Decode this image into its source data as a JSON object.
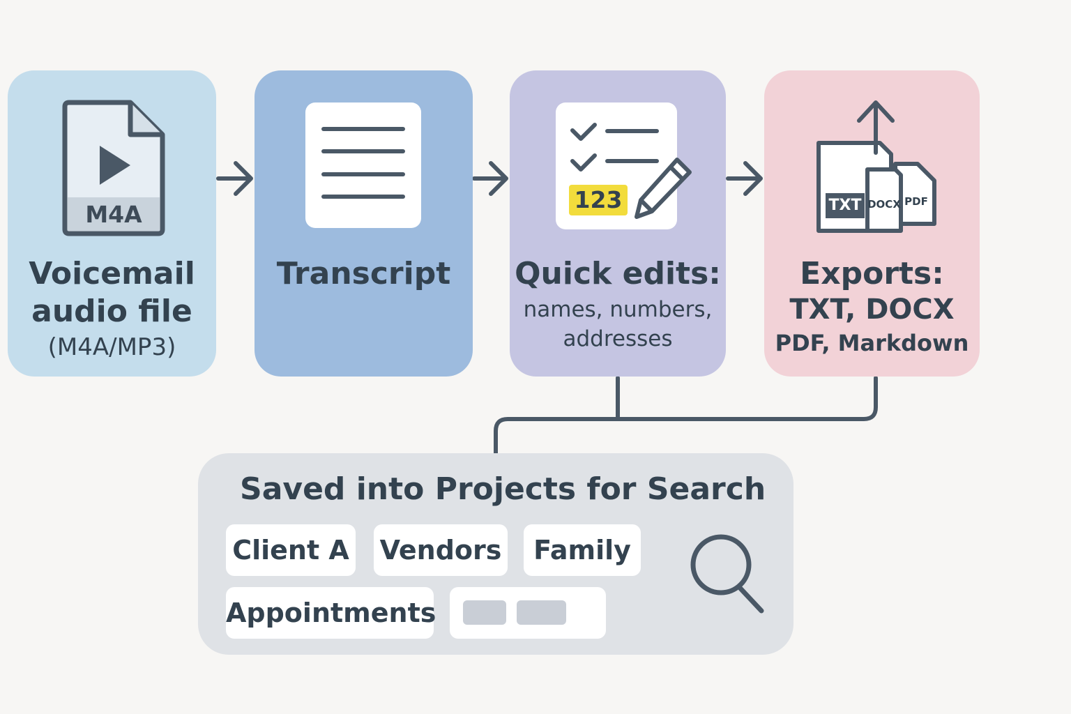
{
  "steps": [
    {
      "id": "voicemail",
      "title_line1": "Voicemail",
      "title_line2": "audio file",
      "subtitle": "(M4A/MP3)",
      "file_badge": "M4A",
      "color": "#c4ddec",
      "icon": "audio-file-icon"
    },
    {
      "id": "transcript",
      "title": "Transcript",
      "color": "#9dbbde",
      "icon": "document-lines-icon"
    },
    {
      "id": "edits",
      "title": "Quick edits:",
      "subtitle_line1": "names, numbers,",
      "subtitle_line2": "addresses",
      "number_badge": "123",
      "color": "#c5c5e2",
      "icon": "checklist-pencil-icon"
    },
    {
      "id": "exports",
      "title": "Exports:",
      "subtitle_line1": "TXT, DOCX",
      "subtitle_line2": "PDF, Markdown",
      "file_labels": [
        "TXT",
        "DOCX",
        "PDF"
      ],
      "color": "#f2d2d7",
      "icon": "export-files-icon"
    }
  ],
  "projects": {
    "title": "Saved into Projects for Search",
    "tags": [
      "Client A",
      "Vendors",
      "Family",
      "Appointments"
    ],
    "color": "#dfe2e6",
    "icon": "search-icon"
  },
  "colors": {
    "ink": "#33424f",
    "highlight": "#f2dc3c",
    "background": "#f7f6f4"
  }
}
